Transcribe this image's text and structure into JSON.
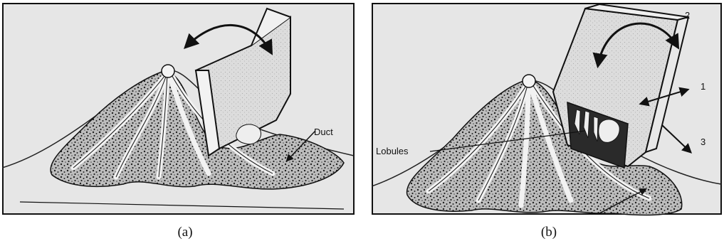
{
  "panels": [
    {
      "caption": "(a)",
      "labels": {
        "duct": "Duct"
      }
    },
    {
      "caption": "(b)",
      "labels": {
        "lobules": "Lobules",
        "arrow_1": "1",
        "arrow_2": "2",
        "arrow_3": "3"
      }
    }
  ]
}
